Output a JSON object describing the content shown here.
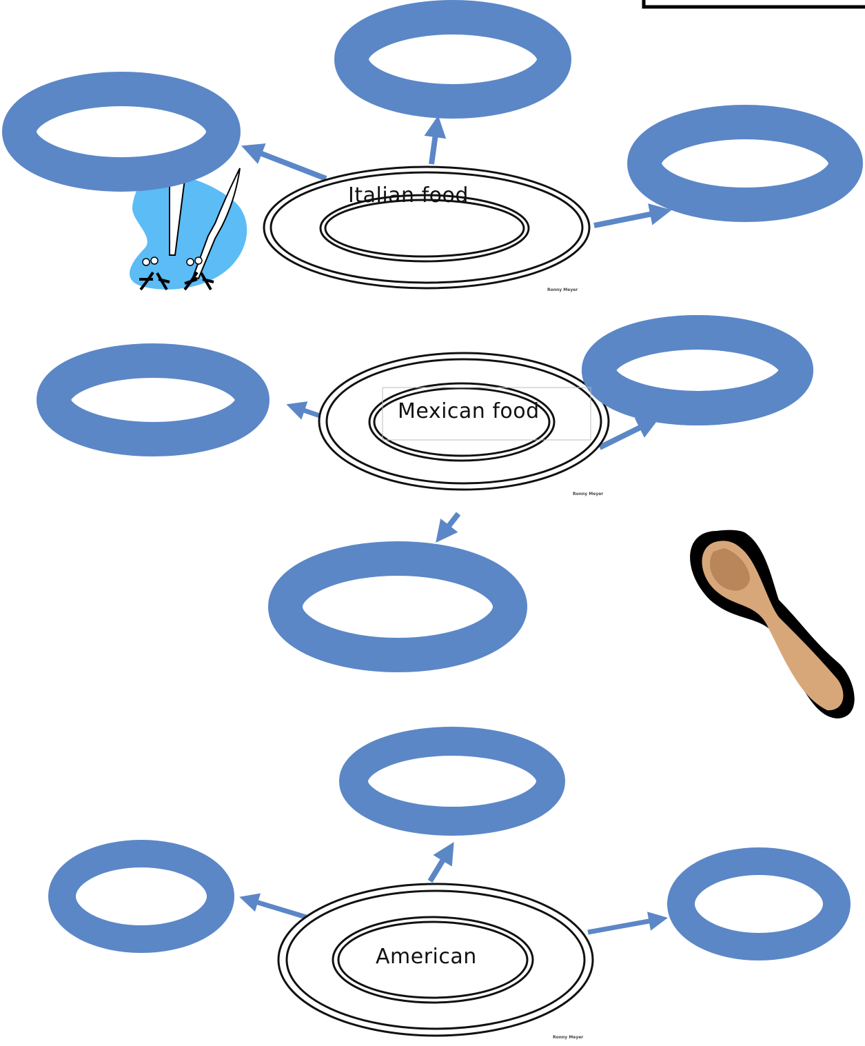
{
  "colors": {
    "ring": "#5b87c7",
    "arrow": "#5b87c7",
    "plate_stroke": "#111111",
    "blob": "#5bbcf6",
    "spoon_dark": "#000000",
    "spoon_wood": "#d7a77a",
    "spoon_shade": "#b9855a"
  },
  "plates": {
    "italian": {
      "label": "Italian food",
      "credit": "Ronny Meyer"
    },
    "mexican": {
      "label": "Mexican food",
      "credit": "Ronny Meyer"
    },
    "american": {
      "label": "American",
      "credit": "Ronny Meyer"
    }
  },
  "icons": {
    "cutlery": "fork-and-knife-characters-icon",
    "spoon": "wooden-spoon-icon"
  }
}
